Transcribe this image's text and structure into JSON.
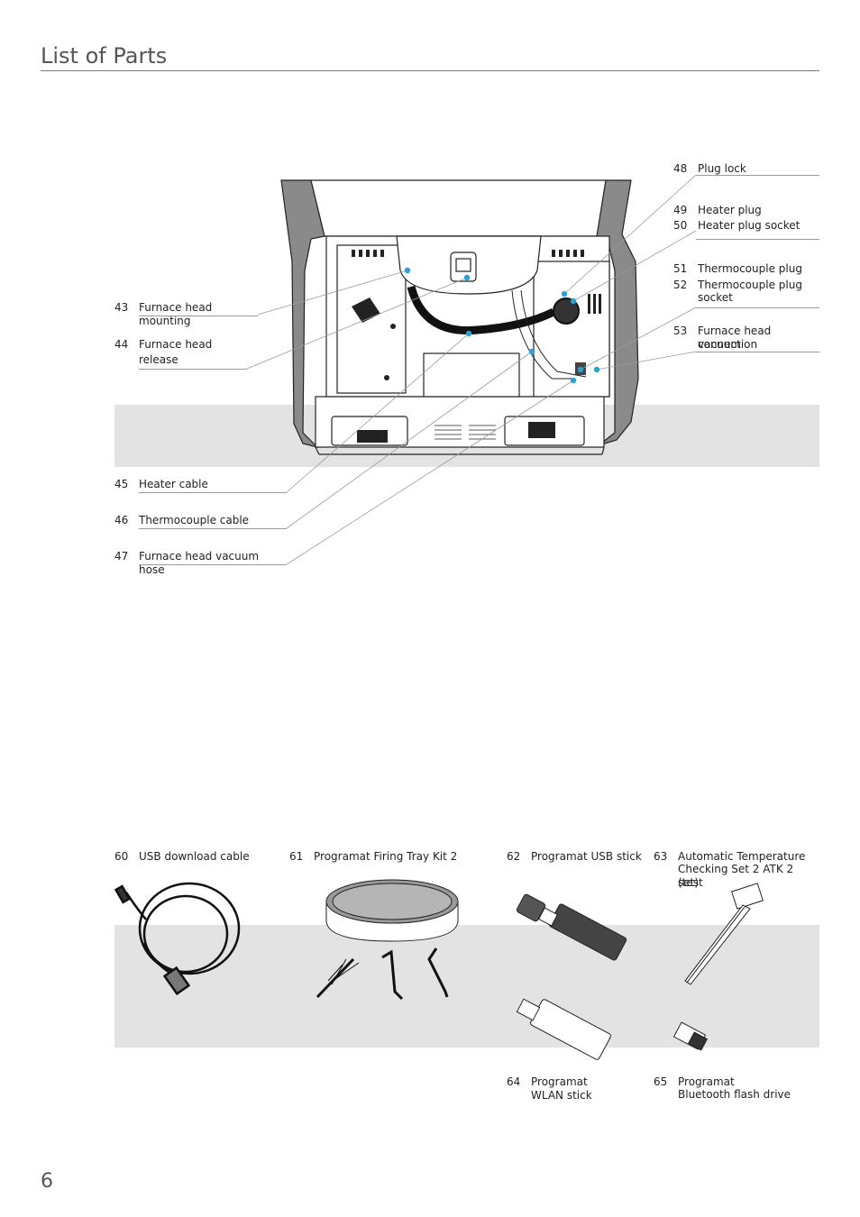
{
  "page": {
    "title": "List of Parts",
    "page_number": "6"
  },
  "parts_top": [
    {
      "num": "43",
      "label": "Furnace head mounting"
    },
    {
      "num": "44",
      "label": "Furnace head release",
      "line1": "Furnace head",
      "line2": "release"
    },
    {
      "num": "45",
      "label": "Heater cable"
    },
    {
      "num": "46",
      "label": "Thermocouple cable"
    },
    {
      "num": "47",
      "label": "Furnace head vacuum hose"
    },
    {
      "num": "48",
      "label": "Plug lock"
    },
    {
      "num": "49",
      "label": "Heater plug"
    },
    {
      "num": "50",
      "label": "Heater plug socket"
    },
    {
      "num": "51",
      "label": "Thermocouple plug"
    },
    {
      "num": "52",
      "label": "Thermocouple plug socket",
      "line1": "Thermocouple plug",
      "line2": "socket"
    },
    {
      "num": "53",
      "label": "Furnace head vacuum connection",
      "line1": "Furnace head vacuum",
      "line2": "connection"
    }
  ],
  "accessories": [
    {
      "num": "60",
      "line1": "USB download cable"
    },
    {
      "num": "61",
      "line1": "Programat Firing Tray Kit 2"
    },
    {
      "num": "62",
      "line1": "Programat USB stick"
    },
    {
      "num": "63",
      "line1": "Automatic Temperature",
      "line2": "Checking Set 2 ATK 2 (test",
      "line3": "set)"
    },
    {
      "num": "64",
      "line1": "Programat",
      "line2": "WLAN stick"
    },
    {
      "num": "65",
      "line1": "Programat",
      "line2": "Bluetooth flash drive"
    }
  ],
  "colors": {
    "callout_dot": "#2a9fd8",
    "band": "#e3e3e3",
    "rule": "#777777"
  }
}
